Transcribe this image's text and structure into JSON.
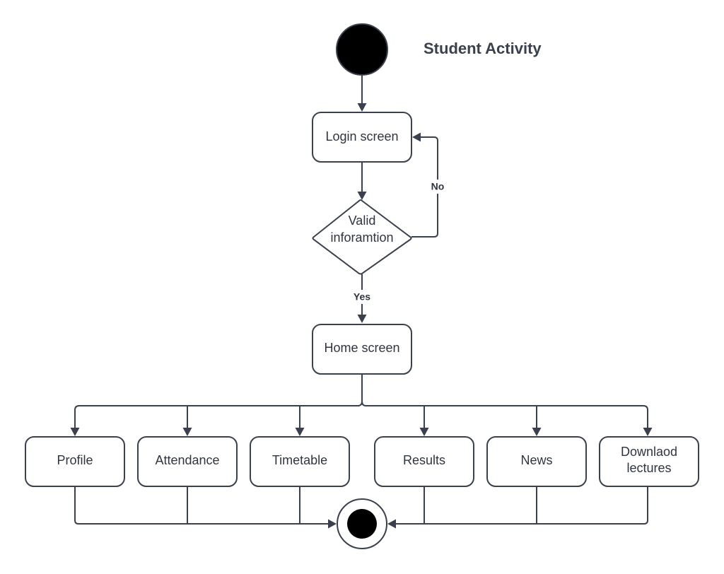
{
  "diagram": {
    "title": "Student Activity",
    "nodes": {
      "login_screen": "Login screen",
      "valid_information_line1": "Valid",
      "valid_information_line2": "inforamtion",
      "home_screen": "Home screen",
      "profile": "Profile",
      "attendance": "Attendance",
      "timetable": "Timetable",
      "results": "Results",
      "news": "News",
      "download_lectures_line1": "Downlaod",
      "download_lectures_line2": "lectures"
    },
    "edge_labels": {
      "no": "No",
      "yes": "Yes"
    }
  }
}
